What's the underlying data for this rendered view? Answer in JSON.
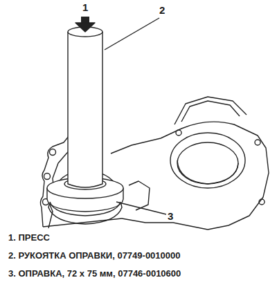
{
  "diagram": {
    "labels": [
      "1",
      "2",
      "3",
      "1. ПРЕСС",
      "2. РУКОЯТКА ОПРАВКИ, 07749-0010000",
      "3. ОПРАВКА, 72 x 75 мм, 07746-0010600"
    ]
  }
}
